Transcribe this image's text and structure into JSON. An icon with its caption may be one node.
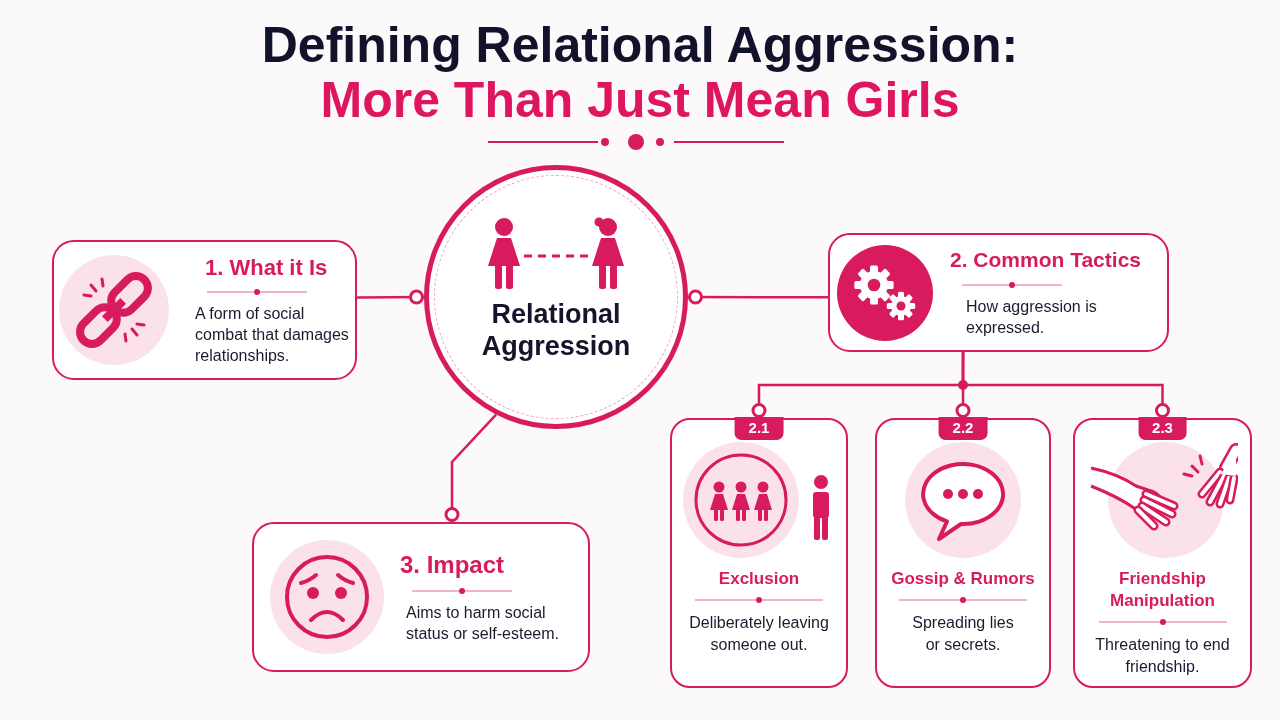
{
  "diagram": {
    "title": "Defining Relational Aggression:",
    "nodes": [
      {
        "text": [
          "Relational Aggression"
        ]
      },
      {
        "text": [
          "1. What it Is",
          "A form of social combat that damages relationships."
        ]
      },
      {
        "text": [
          "2. Common Tactics",
          "How aggression is expressed."
        ]
      },
      {
        "text": [
          "3. Impact",
          "Aims to harm social status or self-esteem."
        ]
      },
      {
        "text": [
          "2.1",
          "Exclusion",
          "Deliberately leaving someone out."
        ]
      },
      {
        "text": [
          "2.2",
          "Gossip & Rumors",
          "Spreading lies or secrets."
        ]
      },
      {
        "text": [
          "2.3",
          "Friendship Manipulation",
          "Threatening to end friendship."
        ]
      }
    ],
    "edges": [
      {
        "from": 1,
        "to": 0,
        "arrow": "other"
      },
      {
        "from": 2,
        "to": 0,
        "arrow": "other"
      },
      {
        "from": 0,
        "to": 3,
        "arrow": "other"
      },
      {
        "from": 2,
        "to": 4,
        "arrow": "other"
      },
      {
        "from": 2,
        "to": 5,
        "arrow": "other"
      },
      {
        "from": 2,
        "to": 6,
        "arrow": "other"
      }
    ],
    "labels": [
      "More Than Just Mean Girls"
    ]
  }
}
